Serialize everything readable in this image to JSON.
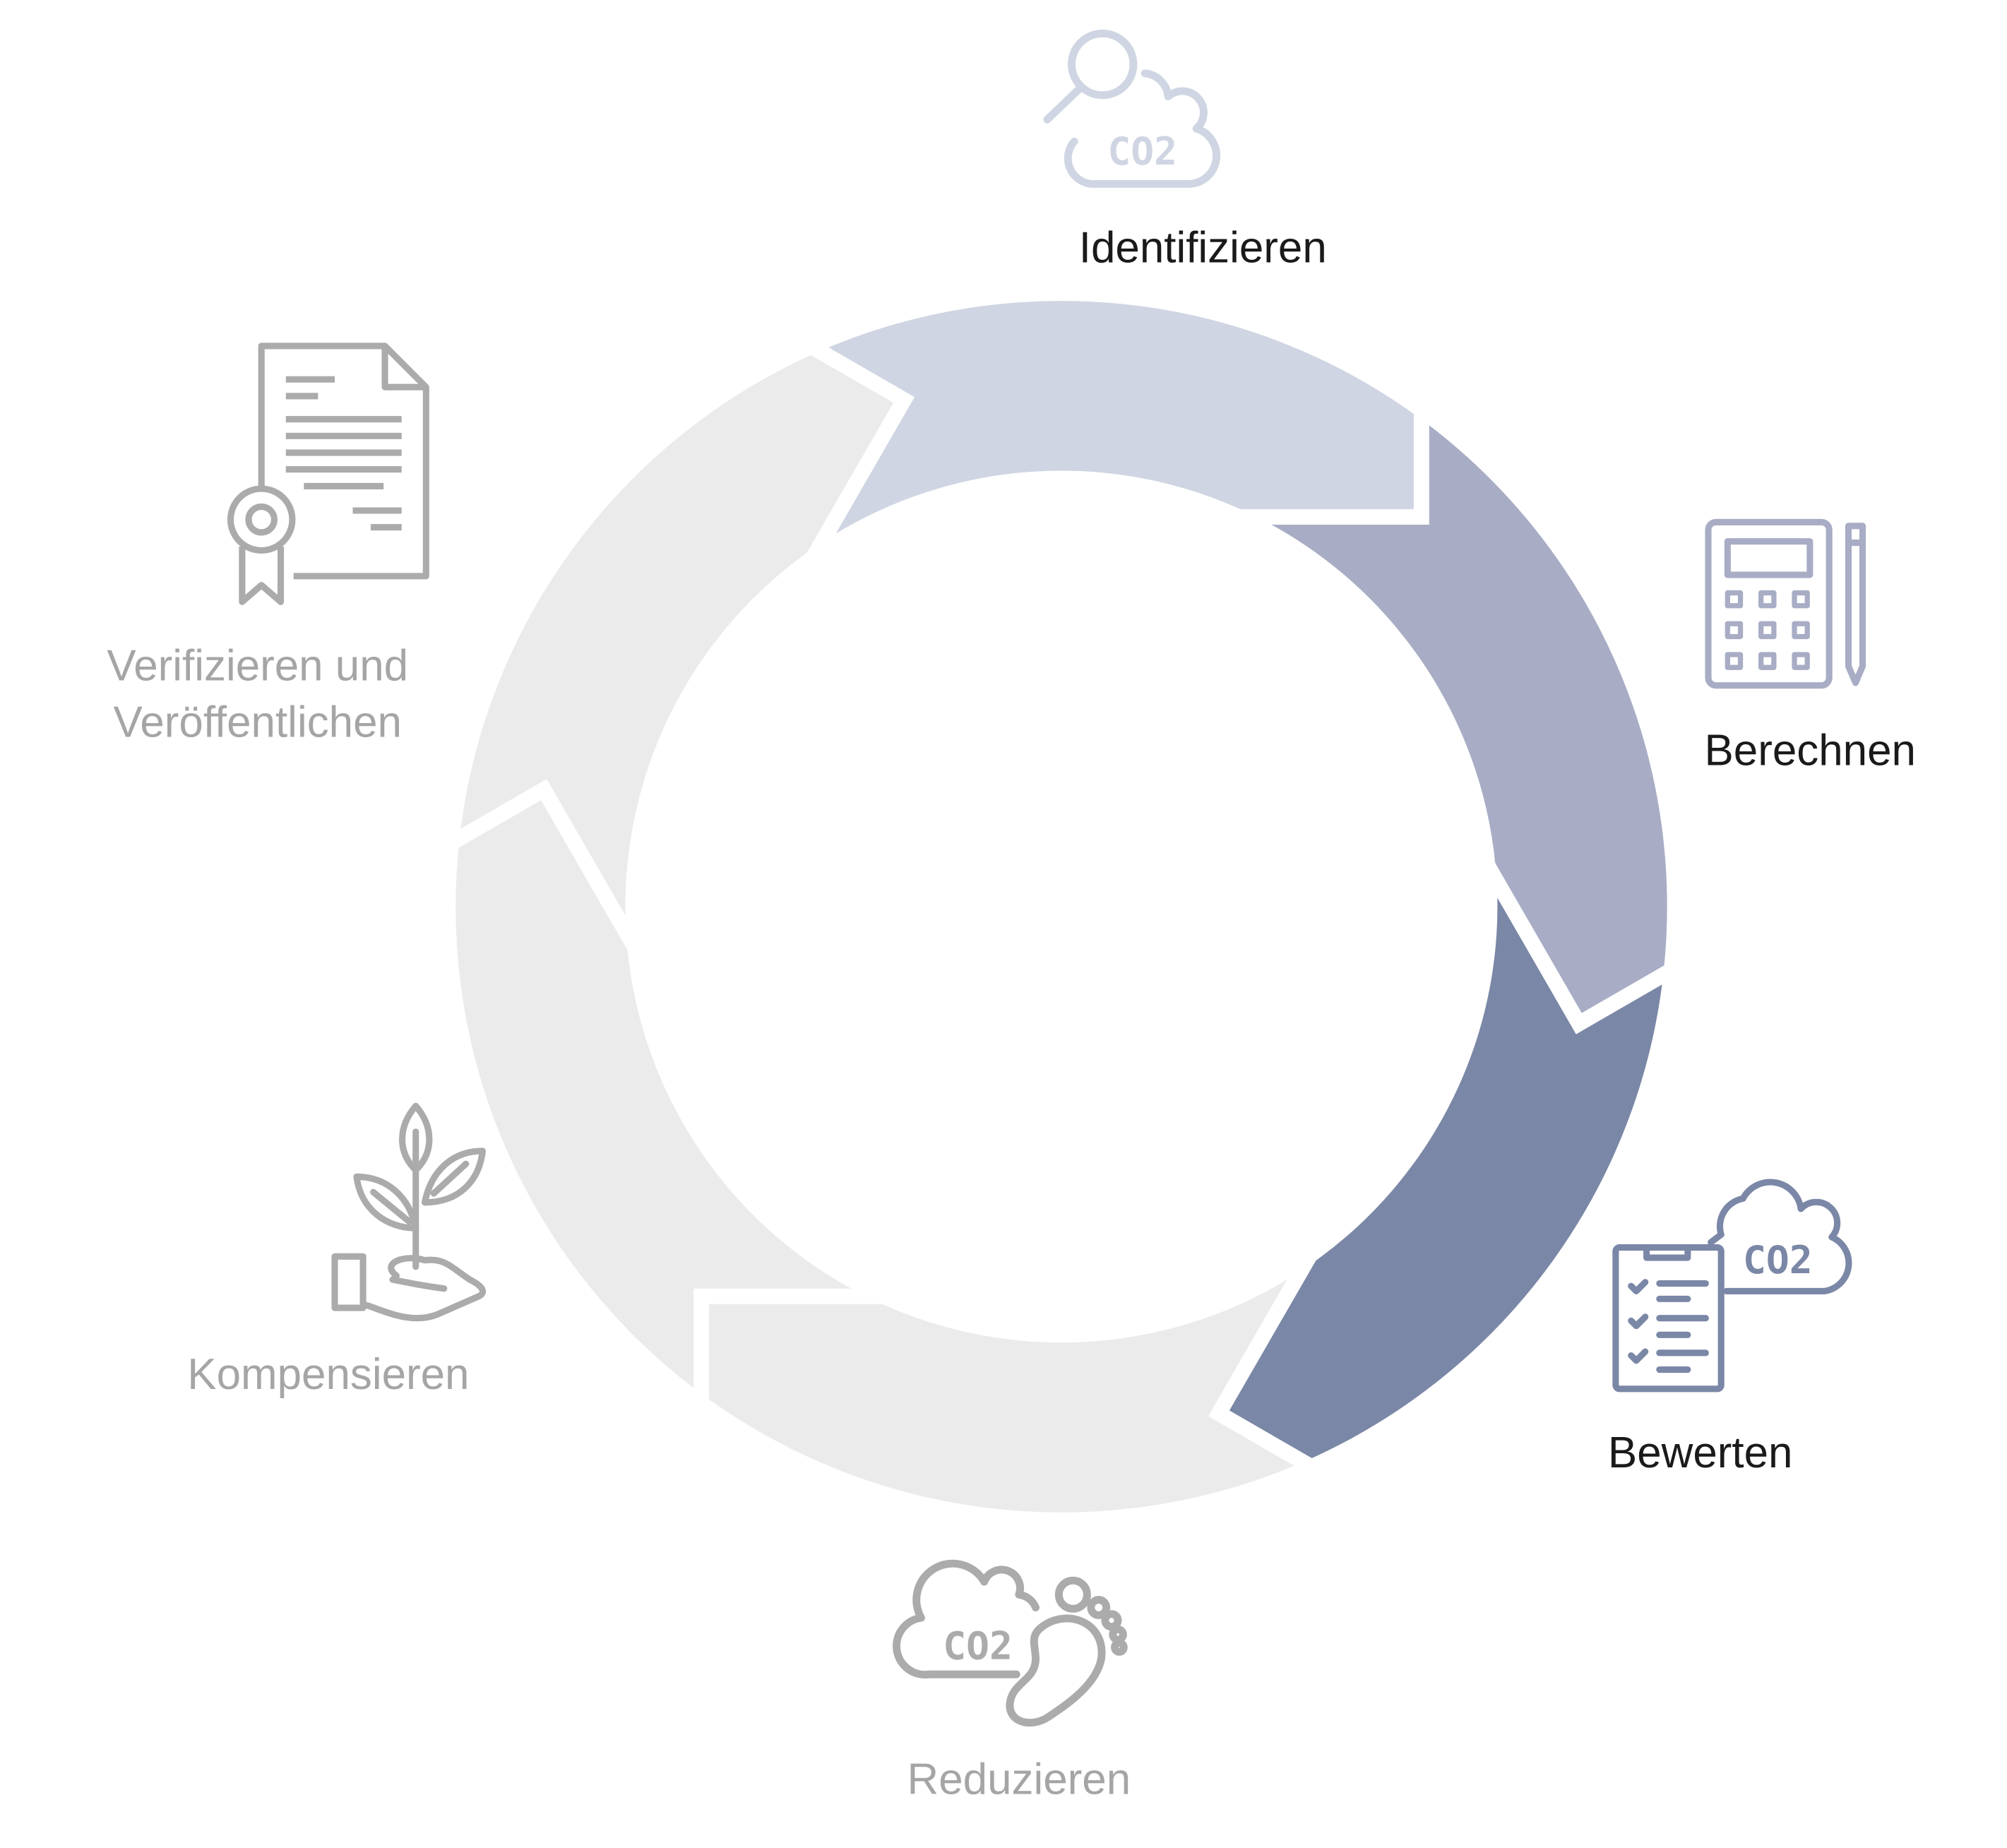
{
  "colors": {
    "identifizieren": "#cfd5e2",
    "berechnen": "#a8adc5",
    "bewerten": "#7b87a6",
    "inactive": "#ebebeb",
    "inactive_icon": "#ababab",
    "active_text": "#1a1a1a",
    "inactive_text": "#a5a5a5"
  },
  "steps": [
    {
      "label": "Identifizieren",
      "icon": "magnifier-co2-cloud-icon",
      "icon_text": "CO2"
    },
    {
      "label": "Berechnen",
      "icon": "calculator-pencil-icon"
    },
    {
      "label": "Bewerten",
      "icon": "checklist-co2-cloud-icon",
      "icon_text": "CO2"
    },
    {
      "label": "Reduzieren",
      "icon": "co2-cloud-footprint-icon",
      "icon_text": "CO2"
    },
    {
      "label": "Kompensieren",
      "icon": "plant-in-hand-icon"
    },
    {
      "label_line1": "Verifizieren und",
      "label_line2": "Veröffentlichen",
      "icon": "certificate-icon"
    }
  ]
}
